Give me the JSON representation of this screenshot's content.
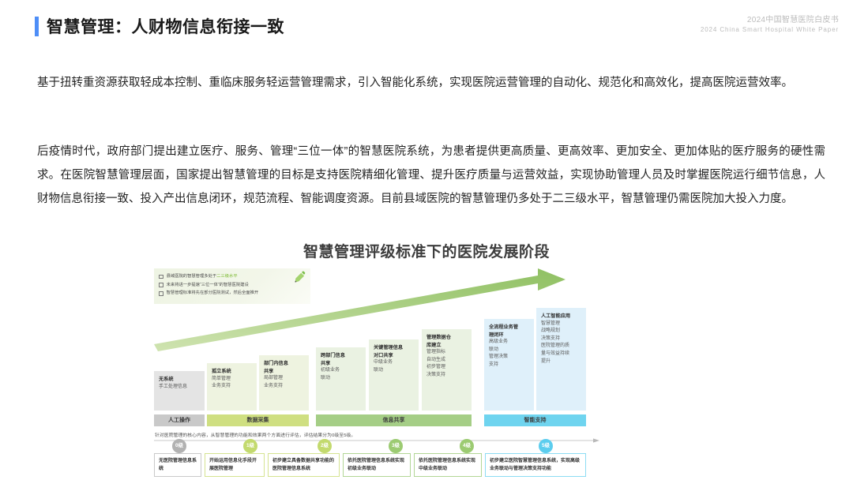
{
  "header": {
    "title": "智慧管理：人财物信息衔接一致",
    "brand_cn": "2024中国智慧医院白皮书",
    "brand_en": "2024 China Smart Hospital White Paper",
    "accent_color": "#4e8ef7"
  },
  "body": {
    "paragraph_1": "基于扭转重资源获取轻成本控制、重临床服务轻运营管理需求，引入智能化系统，实现医院运营管理的自动化、规范化和高效化，提高医院运营效率。",
    "paragraph_2": "后疫情时代，政府部门提出建立医疗、服务、管理“三位一体”的智慧医院系统，为患者提供更高质量、更高效率、更加安全、更加体贴的医疗服务的硬性需求。在医院智慧管理层面，国家提出智慧管理的目标是支持医院精细化管理、提升医疗质量与运营效益，实现协助管理人员及时掌握医院运行细节信息，人财物信息衔接一致、投入产出信息闭环，规范流程、智能调度资源。目前县域医院的智慧管理仍多处于二三级水平，智慧管理仍需医院加大投入力度。"
  },
  "figure": {
    "title": "智慧管理评级标准下的医院发展阶段",
    "notes": [
      {
        "text_plain": "县域医院的智慧管理多处于",
        "text_highlight": "二三级水平"
      },
      {
        "text_plain": "未来将进一步提速“三位一体”的智慧医院建设",
        "text_highlight": ""
      },
      {
        "text_plain": "智慧管理标准将先在部分医院测试，然后全面推开",
        "text_highlight": ""
      }
    ],
    "caption": "针对医院管理的核心内容，从智慧管理的功能和效果两个方面进行评估，评估结果分为0级至5级。",
    "stages": [
      {
        "name": "无系统",
        "desc": "手工处理信息"
      },
      {
        "name": "孤立系统",
        "desc": "简单管理\n业务支持"
      },
      {
        "name": "部门内信息\n共享",
        "desc": "局部管理\n业务支持"
      },
      {
        "name": "跨部门信息\n共享",
        "desc": "初级业务\n联动"
      },
      {
        "name": "关键管理信息\n对口共享",
        "desc": "中级业务\n联动"
      },
      {
        "name": "管理数据仓\n库建立",
        "desc": "管理指标\n自动生成\n初步管理\n决策支持"
      },
      {
        "name": "全流程业务管\n理闭环",
        "desc": "高级业务\n联动\n管理决策\n支持"
      },
      {
        "name": "人工智能应用",
        "desc": "智慧管理\n战略规划\n决策支持\n医院管理的质\n量与效益持续\n提升"
      }
    ],
    "bands": [
      {
        "label": "人工操作",
        "color": "#c9c9c9"
      },
      {
        "label": "数据采集",
        "color": "#cfdf81"
      },
      {
        "label": "信息共享",
        "color": "#a5ce86"
      },
      {
        "label": "智能支持",
        "color": "#6fd4ef"
      }
    ],
    "levels": [
      {
        "label": "0级",
        "color": "#b2b2b2"
      },
      {
        "label": "1级",
        "color": "#c3da6e"
      },
      {
        "label": "2级",
        "color": "#c3da6e"
      },
      {
        "label": "3级",
        "color": "#9ccb72"
      },
      {
        "label": "4级",
        "color": "#9ccb72"
      },
      {
        "label": "5级",
        "color": "#5ccdee"
      }
    ],
    "details": [
      "无医院管理信息系统",
      "开始运用信息化手段开展医院管理",
      "初步建立具备数据共享功能的医院管理信息系统",
      "依托医院管理信息系统实现初级业务联动",
      "依托医院管理信息系统实现中级业务联动",
      "初步建立医院智慧管理信息系统，实现高级业务联动与管理决策支持功能"
    ]
  }
}
